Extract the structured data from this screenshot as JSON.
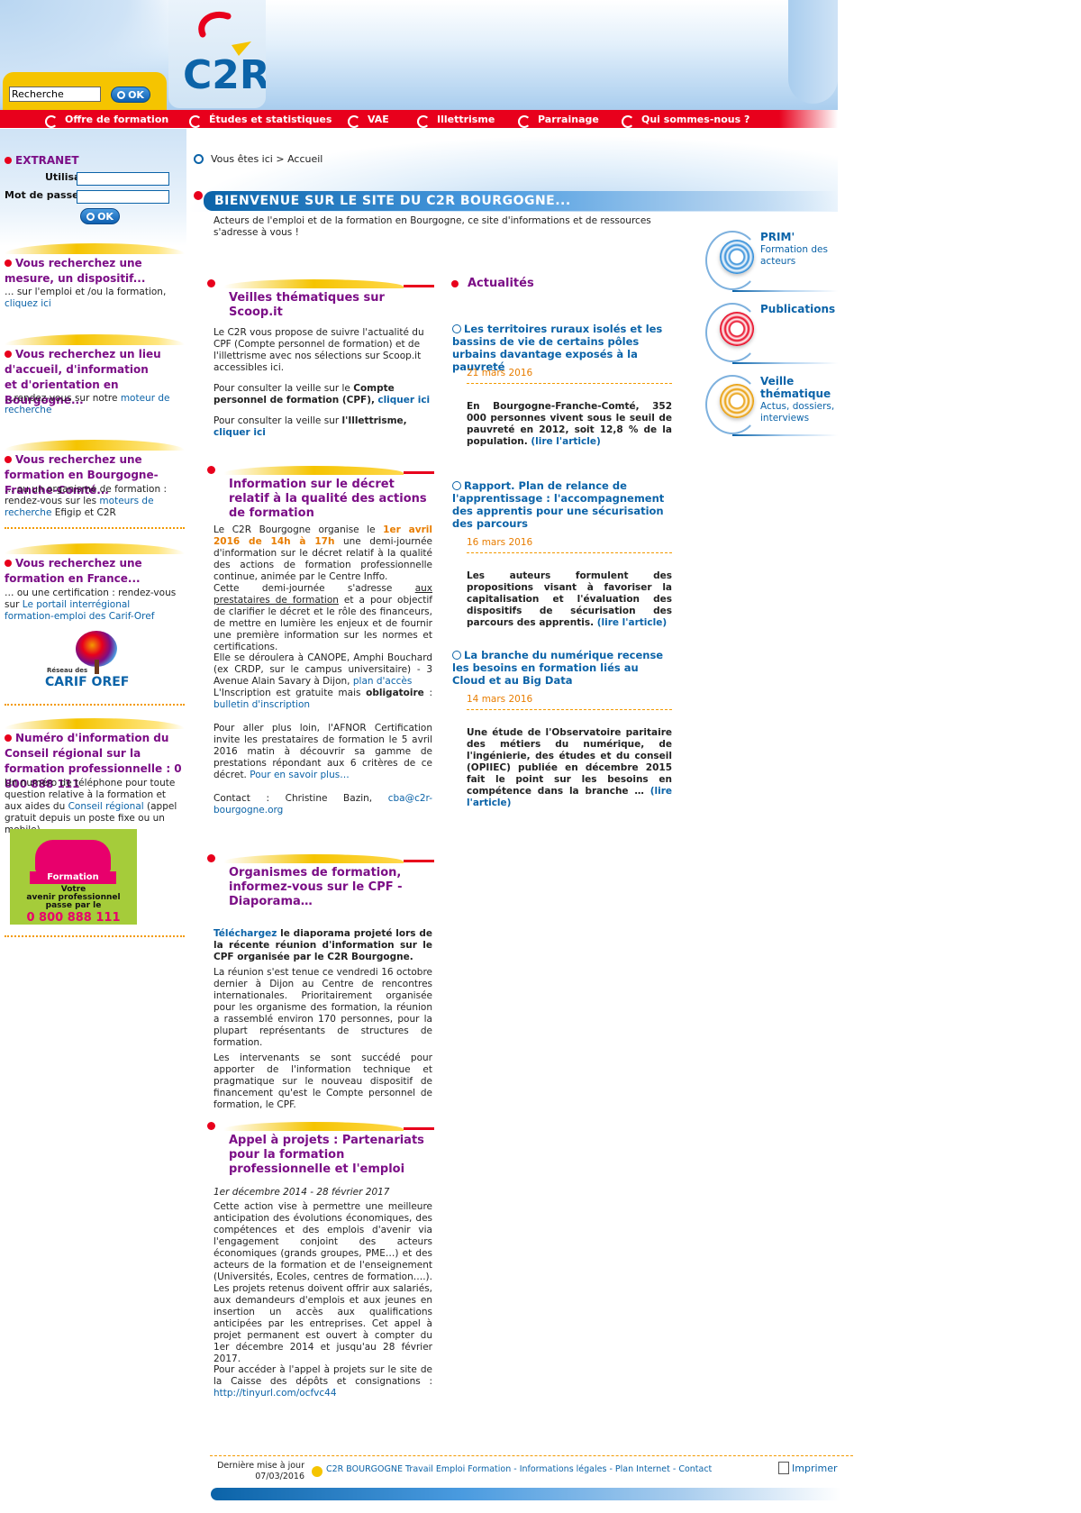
{
  "search": {
    "value": "Recherche",
    "ok": "OK"
  },
  "nav": [
    "Offre de formation",
    "Études et statistiques",
    "VAE",
    "Illettrisme",
    "Parrainage",
    "Qui sommes-nous ?"
  ],
  "logo": {
    "text": "C2R"
  },
  "extranet": {
    "title": "EXTRANET",
    "user_label": "Utilisateur",
    "pass_label": "Mot de passe",
    "ok": "OK"
  },
  "left": {
    "b1_title": "Vous recherchez une mesure, un dispositif...",
    "b1_text": "… sur l'emploi et /ou la formation,",
    "b1_link": "cliquez ici",
    "b2_title": "Vous recherchez un lieu d'accueil, d'information et d'orientation en Bourgogne...",
    "b2_text": "…rendez-vous sur notre",
    "b2_link": "moteur de recherche",
    "b3_title": "Vous recherchez une formation en Bourgogne-Franche-Comté...",
    "b3_text": "… ou un organisme de formation : rendez-vous sur les",
    "b3_link": "moteurs de recherche",
    "b3_after": " Efigip et C2R",
    "b4_title": "Vous recherchez une formation en France...",
    "b4_text": "… ou une certification : rendez-vous sur",
    "b4_link": "Le portail interrégional formation-emploi des Carif-Oref",
    "carif_small": "Réseau des",
    "carif_logo": "CARIF OREF",
    "b5_title": "Numéro d'information du Conseil régional sur la formation professionnelle : 0 800 888 111",
    "b5_text": "Un numéro de téléphone pour toute question relative à la formation et aux aides du",
    "b5_link": "Conseil régional",
    "b5_after": " (appel gratuit depuis un poste fixe ou un mobile)",
    "promo_label": "Formation",
    "promo_line1": "Votre",
    "promo_line2": "avenir professionnel",
    "promo_line3": "passe par le",
    "promo_number": "0 800 888 111"
  },
  "breadcrumb": {
    "prefix": "Vous êtes ici",
    "sep": ">",
    "current": "Accueil"
  },
  "banner": "BIENVENUE SUR LE SITE DU C2R BOURGOGNE...",
  "intro": "Acteurs de l'emploi et de la formation en Bourgogne, ce site d'informations et de ressources s'adresse à vous !",
  "s1": {
    "title": "Veilles thématiques sur Scoop.it",
    "p1": "Le C2R vous propose de suivre l'actualité du CPF (Compte personnel de formation) et de l'illettrisme avec nos sélections sur Scoop.it accessibles ici.",
    "p2_a": "Pour consulter la veille sur le ",
    "p2_b": "Compte personnel de formation (CPF),",
    "p2_link": "cliquer ici",
    "p3_a": "Pour consulter la veille sur ",
    "p3_b": "l'Illettrisme,",
    "p3_link": "cliquer ici"
  },
  "s2": {
    "title": "Information sur le décret relatif à la qualité des actions de formation",
    "p1_a": "Le C2R Bourgogne organise le ",
    "p1_date": "1er avril 2016 de 14h à 17h",
    "p1_b": " une demi-journée d'information sur le décret relatif à la qualité des actions de formation professionnelle continue, animée par le Centre Inffo.",
    "p1_c": "Cette demi-journée s'adresse ",
    "p1_u": "aux prestataires de formation",
    "p1_d": " et a pour objectif de clarifier le décret et le rôle des financeurs, de mettre en lumière les enjeux et de fournir une première information sur les normes et certifications.",
    "p2_a": "Elle se déroulera à CANOPE, Amphi Bouchard (ex CRDP, sur le campus universitaire) - 3 Avenue Alain Savary à Dijon, ",
    "p2_link": "plan d'accès",
    "p2_b": "L'Inscription est gratuite mais ",
    "p2_bold": "obligatoire",
    "p2_c": " : ",
    "p2_link2": "bulletin d'inscription",
    "p3_a": "Pour aller plus loin, l'AFNOR Certification invite les prestataires de formation le 5 avril 2016 matin à découvrir sa gamme de prestations répondant aux 6 critères de ce décret. ",
    "p3_link": "Pour en savoir plus…",
    "p4_a": "Contact : Christine Bazin, ",
    "p4_link": "cba@c2r-bourgogne.org"
  },
  "s3": {
    "title": "Organismes de formation, informez-vous sur le CPF - Diaporama…",
    "p1_link": "Téléchargez",
    "p1_a": " le diaporama projeté lors de la récente réunion d'information sur le CPF organisée par le C2R Bourgogne.",
    "p2": "La réunion s'est tenue ce vendredi 16 octobre dernier à Dijon au Centre de rencontres internationales. Prioritairement organisée pour les organisme des formation, la réunion a rassemblé environ 170 personnes, pour la plupart représentants de structures de formation.",
    "p3": "Les intervenants se sont succédé pour apporter de l'information technique et pragmatique sur le nouveau dispositif de financement qu'est le Compte personnel de formation, le CPF."
  },
  "s4": {
    "title": "Appel à projets : Partenariats pour la formation professionnelle et l'emploi",
    "dates": "1er décembre 2014 - 28 février 2017",
    "p1": "Cette action vise à permettre une meilleure anticipation des évolutions économiques, des compétences et des emplois d'avenir via l'engagement conjoint des acteurs économiques (grands groupes, PME…) et des acteurs de la formation et de l'enseignement (Universités, Ecoles, centres de formation….). Les projets retenus doivent offrir aux salariés, aux demandeurs d'emplois et aux jeunes en insertion un accès aux qualifications anticipées par les entreprises. Cet appel à projet permanent est ouvert à compter du 1er décembre 2014 et jusqu'au 28 février 2017.",
    "p2": "Pour accéder à l'appel à projets sur le site de la Caisse des dépôts et consignations :",
    "p2_link": "http://tinyurl.com/ocfvc44"
  },
  "actu": {
    "title": "Actualités",
    "n1_title": "Les territoires ruraux isolés et les bassins de vie de certains pôles urbains davantage exposés à la pauvreté",
    "n1_date": "21 mars 2016",
    "n1_body": "En Bourgogne-Franche-Comté, 352 000 personnes vivent sous le seuil de pauvreté en 2012, soit 12,8 % de la population.",
    "n2_title": "Rapport. Plan de relance de l'apprentissage : l'accompagnement des apprentis pour une sécurisation des parcours",
    "n2_date": "16 mars 2016",
    "n2_body": "Les auteurs formulent des propositions visant à favoriser la capitalisation et l'évaluation des dispositifs de sécurisation des parcours des apprentis.",
    "n3_title": "La branche du numérique recense les besoins en formation liés au Cloud et au Big Data",
    "n3_date": "14 mars 2016",
    "n3_body": "Une étude de l'Observatoire paritaire des métiers du numérique, de l'ingénierie, des études et du conseil (OPIIEC) publiée en décembre 2015 fait le point sur les besoins en compétence dans la branche …",
    "read_more": "(lire l'article)"
  },
  "right": [
    {
      "title": "PRIM'",
      "sub": "Formation des acteurs"
    },
    {
      "title": "Publications",
      "sub": ""
    },
    {
      "title": "Veille thématique",
      "sub": "Actus, dossiers, interviews"
    }
  ],
  "colors": {
    "primary": "#0b63a8",
    "red": "#e8001c",
    "yellow": "#f5c400",
    "purple": "#7b0e86",
    "orange": "#e87d00"
  },
  "footer": {
    "updated_label": "Dernière mise à jour",
    "updated_date": "07/03/2016",
    "links": "C2R BOURGOGNE Travail Emploi Formation - Informations légales - Plan Internet - Contact",
    "print": "Imprimer"
  }
}
